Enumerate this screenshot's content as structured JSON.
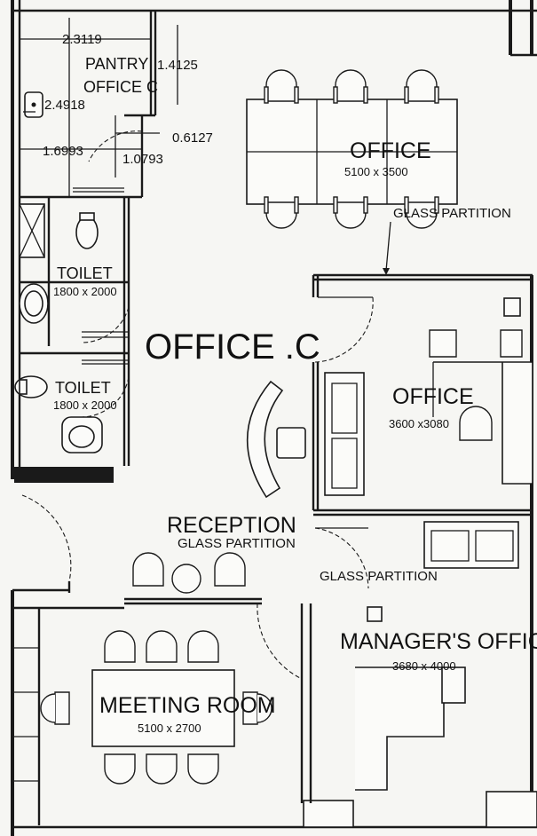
{
  "rooms": {
    "pantry": {
      "line1": "PANTRY",
      "line2": "OFFICE C"
    },
    "office_main": {
      "name": "OFFICE",
      "size": "5100 x 3500"
    },
    "office_c": {
      "name": "OFFICE .C"
    },
    "toilet1": {
      "name": "TOILET",
      "size": "1800 x 2000"
    },
    "toilet2": {
      "name": "TOILET",
      "size": "1800 x 2000"
    },
    "office_right": {
      "name": "OFFICE",
      "size": "3600 x3080"
    },
    "reception": {
      "name": "RECEPTION"
    },
    "managers_office": {
      "name": "MANAGER'S OFFICE",
      "size": "3680 x 4000"
    },
    "meeting_room": {
      "name": "MEETING ROOM",
      "size": "5100 x 2700"
    }
  },
  "labels": {
    "glass_partition_top": "GLASS PARTITION",
    "glass_partition_reception": "GLASS PARTITION",
    "glass_partition_manager": "GLASS PARTITION"
  },
  "dimensions": {
    "d1": "2.3119",
    "d2": "1.4125",
    "d3": "2.4918",
    "d4": "0.6127",
    "d5": "1.6993",
    "d6": "1.0793"
  }
}
